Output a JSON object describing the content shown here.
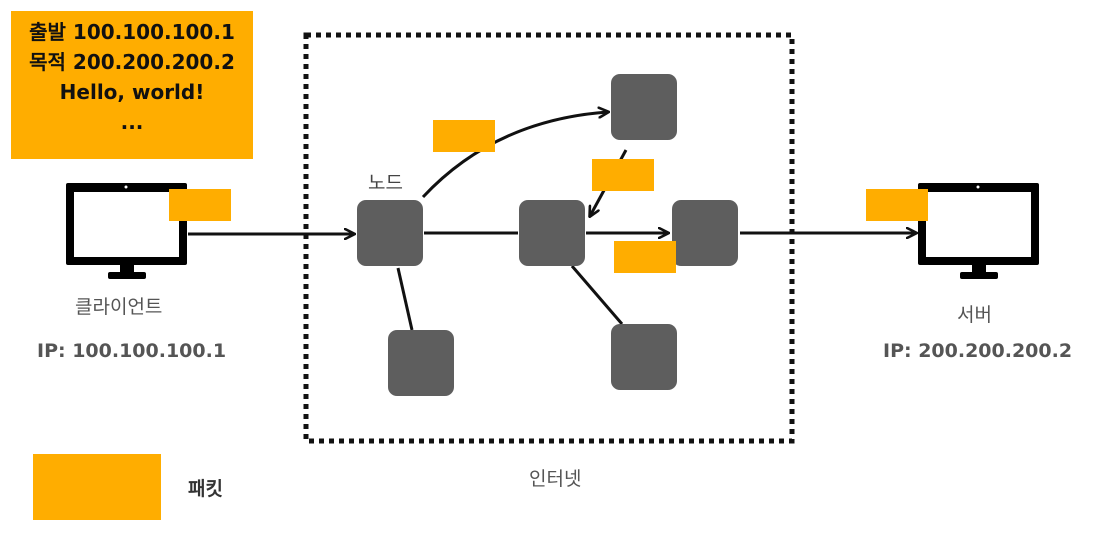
{
  "packet_header": {
    "lines": [
      "출발 100.100.100.1",
      "목적 200.200.200.2",
      "Hello, world!",
      "..."
    ]
  },
  "client": {
    "label": "클라이언트",
    "ip": "IP: 100.100.100.1"
  },
  "server": {
    "label": "서버",
    "ip": "IP: 200.200.200.2"
  },
  "node_label": "노드",
  "internet_label": "인터넷",
  "legend": {
    "label": "패킷"
  },
  "colors": {
    "packet": "#FFAD00",
    "node": "#5E5E5E",
    "monitor": "#000000"
  }
}
